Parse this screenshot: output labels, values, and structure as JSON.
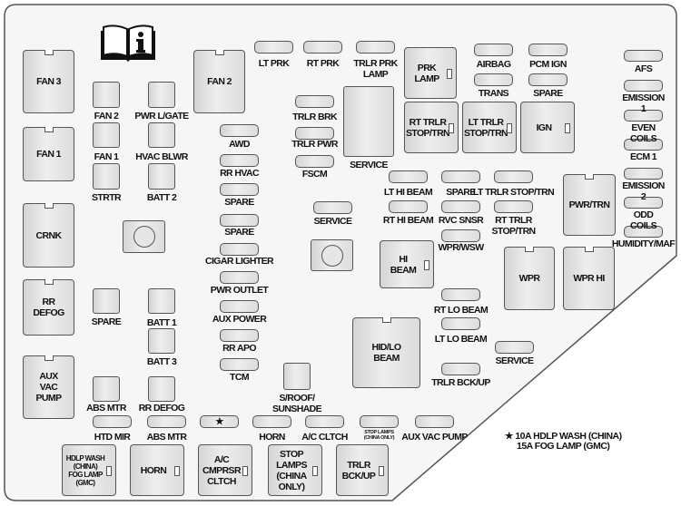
{
  "title_icon": "owner-manual-info-icon",
  "labels": {
    "fan3_relay": "FAN 3",
    "fan1_relay": "FAN 1",
    "crnk_relay": "CRNK",
    "rr_defog_relay": "RR\nDEFOG",
    "aux_vac_pump_relay": "AUX\nVAC\nPUMP",
    "fan2_relay": "FAN 2",
    "fan2": "FAN 2",
    "pwr_lgate": "PWR L/GATE",
    "fan1": "FAN 1",
    "hvac_blwr": "HVAC BLWR",
    "strtr": "STRTR",
    "batt2": "BATT 2",
    "awd": "AWD",
    "rr_hvac": "RR HVAC",
    "spare1": "SPARE",
    "spare2": "SPARE",
    "cigar_lighter": "CIGAR LIGHTER",
    "pwr_outlet": "PWR OUTLET",
    "aux_power": "AUX POWER",
    "rr_apo": "RR APO",
    "tcm": "TCM",
    "lt_prk": "LT PRK",
    "rt_prk": "RT PRK",
    "trlr_prk_lamp": "TRLR PRK\nLAMP",
    "trlr_brk": "TRLR BRK",
    "trlr_pwr": "TRLR PWR",
    "fscm": "FSCM",
    "service_big": "SERVICE",
    "service_mid": "SERVICE",
    "prk_lamp_relay": "PRK\nLAMP",
    "airbag": "AIRBAG",
    "pcm_ign": "PCM IGN",
    "trans": "TRANS",
    "spare3": "SPARE",
    "rt_trlr_stop_relay": "RT TRLR\nSTOP/TRN",
    "lt_trlr_stop_relay": "LT TRLR\nSTOP/TRN",
    "ign_relay": "IGN",
    "afs": "AFS",
    "emission1": "EMISSION 1",
    "even_coils": "EVEN COILS",
    "ecm1": "ECM 1",
    "emission2": "EMISSION 2",
    "odd_coils": "ODD COILS",
    "humidity_maf": "HUMIDITY/MAF",
    "lt_hi_beam": "LT HI BEAM",
    "spare4": "SPARE",
    "lt_trlr_stop": "LT TRLR STOP/TRN",
    "rt_hi_beam": "RT HI BEAM",
    "rvc_snsr": "RVC SNSR",
    "rt_trlr_stop": "RT TRLR\nSTOP/TRN",
    "wpr_wsw": "WPR/WSW",
    "pwr_trn_relay": "PWR/TRN",
    "hi_beam_relay": "HI\nBEAM",
    "wpr_relay": "WPR",
    "wpr_hi_relay": "WPR HI",
    "rt_lo_beam": "RT LO BEAM",
    "lt_lo_beam": "LT LO BEAM",
    "hid_lo_beam_relay": "HID/LO\nBEAM",
    "service_right": "SERVICE",
    "trlr_bckup": "TRLR BCK/UP",
    "sroof": "S/ROOF/\nSUNSHADE",
    "spare5": "SPARE",
    "batt1": "BATT 1",
    "batt3": "BATT 3",
    "abs_mtr_sq": "ABS MTR",
    "rr_defog_sq": "RR DEFOG",
    "htd_mir": "HTD MIR",
    "abs_mtr": "ABS MTR",
    "star_fuse": "★",
    "horn": "HORN",
    "ac_cltch": "A/C CLTCH",
    "stop_lamps_small": "STOP LAMPS\n(CHINA ONLY)",
    "aux_vac_pump": "AUX VAC PUMP",
    "hdlp_wash_relay": "HDLP WASH\n(CHINA)\nFOG LAMP\n(GMC)",
    "horn_relay": "HORN",
    "ac_cmprsr_relay": "A/C\nCMPRSR\nCLTCH",
    "stop_lamps_relay": "STOP\nLAMPS\n(CHINA\nONLY)",
    "trlr_bckup_relay": "TRLR\nBCK/UP"
  },
  "note": {
    "star": "★",
    "line1": "10A  HDLP WASH (CHINA)",
    "line2": "15A  FOG LAMP (GMC)"
  }
}
